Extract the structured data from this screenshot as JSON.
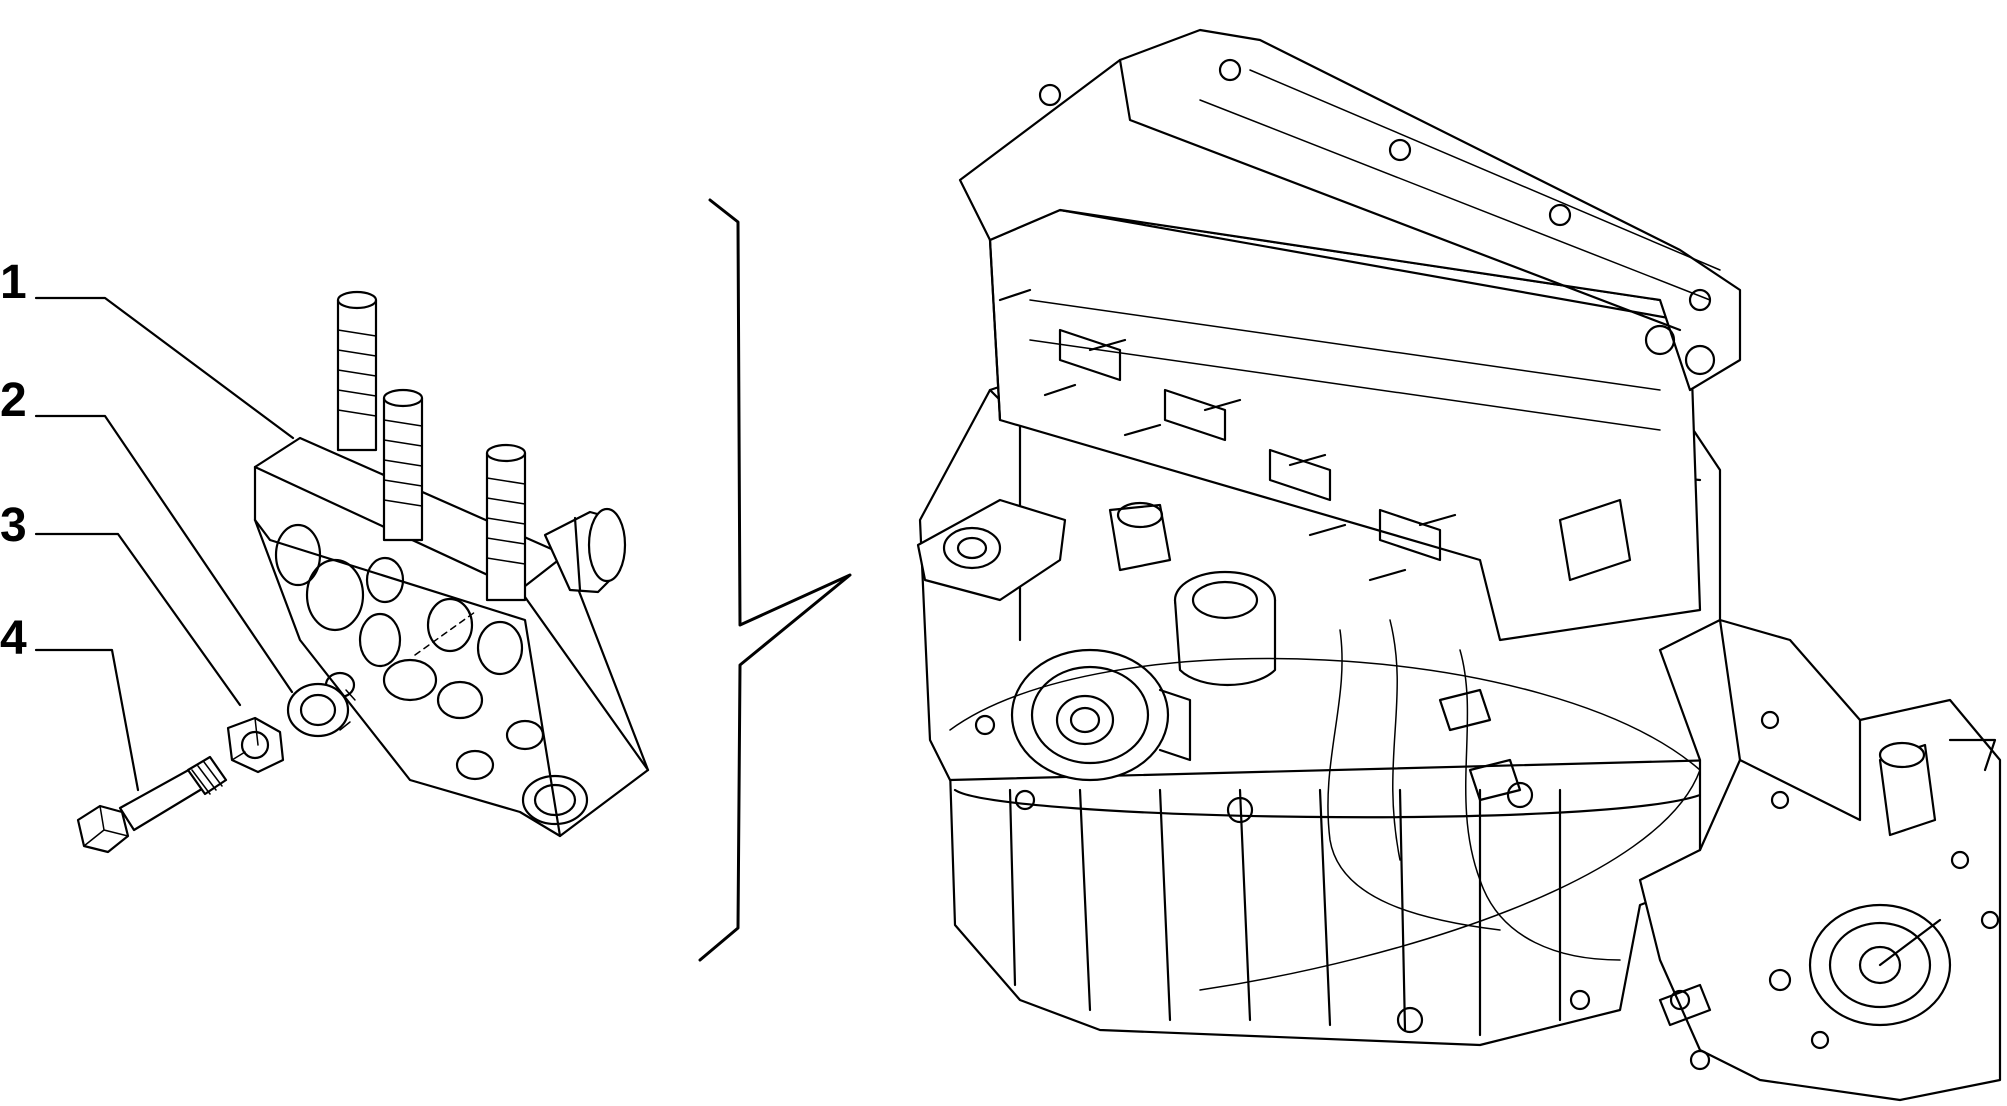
{
  "callouts": [
    {
      "label": "1",
      "part": "engine-mount-bracket"
    },
    {
      "label": "2",
      "part": "washer"
    },
    {
      "label": "3",
      "part": "nut"
    },
    {
      "label": "4",
      "part": "bolt"
    }
  ],
  "colors": {
    "line": "#000000",
    "background": "#ffffff"
  }
}
